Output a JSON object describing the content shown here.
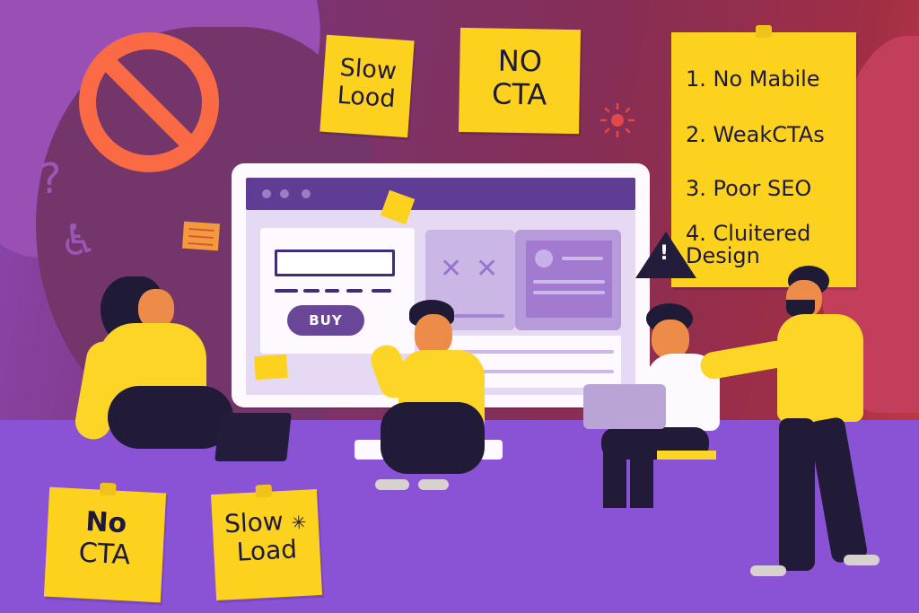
{
  "scene": {
    "title": "Website problems illustration",
    "colors": {
      "background_left": "#8b46b0",
      "background_mid": "#862e55",
      "background_right": "#c63a45",
      "floor": "#8a52d4",
      "sticky_note": "#fdd21f",
      "prohibit_sign": "#fa6b45",
      "browser_bar": "#5f3d95",
      "buy_button": "#6a4698"
    }
  },
  "sticky_notes": {
    "top_slow_load": {
      "line1": "Slow",
      "line2": "Lood"
    },
    "top_no_cta": {
      "line1": "NO",
      "line2": "CTA"
    },
    "bottom_no_cta": {
      "line1": "No",
      "line2": "CTA"
    },
    "bottom_slow_load": {
      "line1": "Slow",
      "line2": "Load",
      "icon": "loading-spinner-icon"
    },
    "checklist": {
      "items": [
        "1. No Mabile",
        "2. WeakCTAs",
        "3. Poor SEO",
        "4. Cluitered Design"
      ]
    }
  },
  "website_mockup": {
    "buy_button_label": "BUY",
    "broken_marks": "× ×"
  },
  "icons": {
    "prohibit": "prohibit-icon",
    "question": "?",
    "accessibility": "♿",
    "warning": "!",
    "sun": "sun-icon"
  }
}
